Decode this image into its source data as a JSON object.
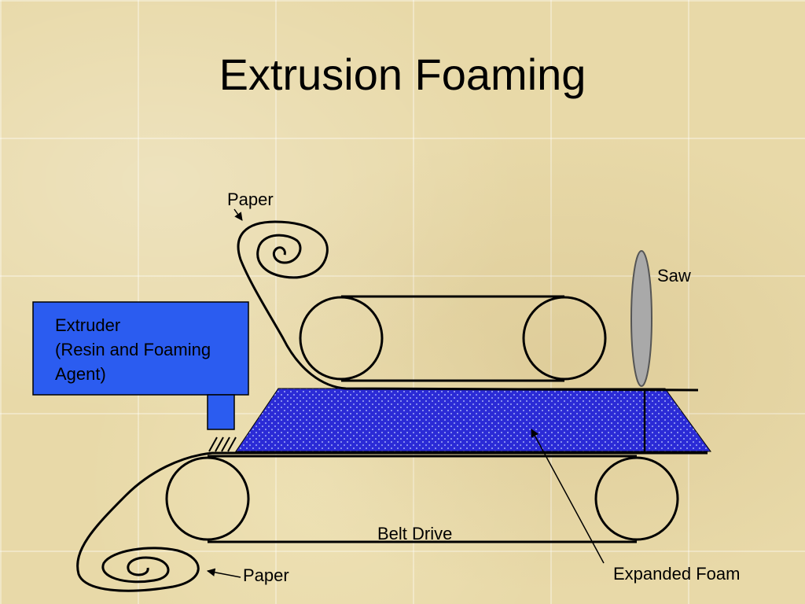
{
  "title": "Extrusion Foaming",
  "labels": {
    "paper_top": "Paper",
    "paper_bottom": "Paper",
    "saw": "Saw",
    "extruder_line1": "Extruder",
    "extruder_line2": "(Resin and Foaming",
    "extruder_line3": "Agent)",
    "belt_drive": "Belt Drive",
    "expanded_foam": "Expanded Foam"
  },
  "colors": {
    "extruder_fill": "#2b5cf0",
    "foam_fill": "#2b2bd6",
    "saw_fill": "#a9a9a9",
    "line": "#000000"
  }
}
